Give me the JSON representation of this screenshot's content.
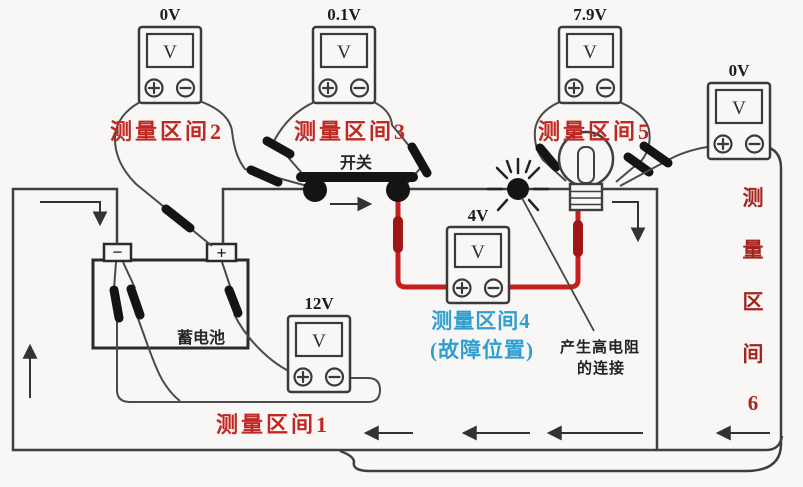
{
  "diagram_title": "series circuit voltage-drop fault-finding diagram",
  "meters": {
    "display_symbol": "V",
    "m1": {
      "reading": "12V",
      "interval": "测量区间1"
    },
    "m2": {
      "reading": "0V",
      "interval": "测量区间2"
    },
    "m3": {
      "reading": "0.1V",
      "interval": "测量区间3"
    },
    "m4": {
      "reading": "4V",
      "interval": "测量区间4",
      "interval_note": "(故障位置)"
    },
    "m5": {
      "reading": "7.9V",
      "interval": "测量区间5"
    },
    "m6": {
      "reading": "0V",
      "interval_chars": [
        "测",
        "量",
        "区",
        "间",
        "6"
      ]
    }
  },
  "labels": {
    "switch": "开关",
    "battery": "蓄电池",
    "battery_minus": "−",
    "battery_plus": "+",
    "fault_cause_line1": "产生高电阻",
    "fault_cause_line2": "的连接"
  },
  "colors": {
    "background": "#f8f7f5",
    "wire": "#3f3f3f",
    "probe_black": "#141414",
    "fault_wire_red": "#c5201f",
    "interval_label_red": "#bf2823",
    "interval6_dark_red": "#a32421",
    "fault_interval_blue": "#2f9fd2"
  }
}
